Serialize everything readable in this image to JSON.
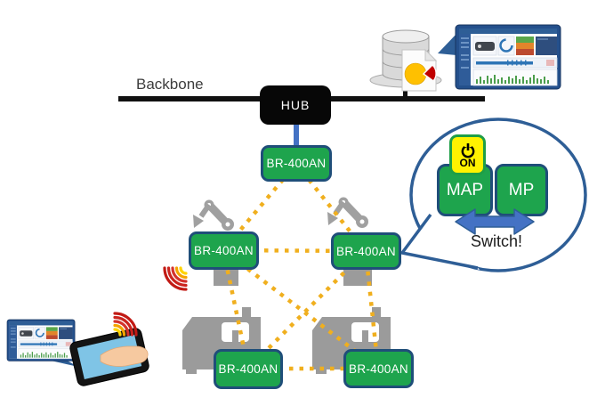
{
  "diagram": {
    "backbone_label": "Backbone",
    "hub_label": "HUB",
    "nodes": [
      {
        "id": "br-top",
        "label": "BR-400AN"
      },
      {
        "id": "br-mid-left",
        "label": "BR-400AN"
      },
      {
        "id": "br-mid-right",
        "label": "BR-400AN"
      },
      {
        "id": "br-bottom-left",
        "label": "BR-400AN"
      },
      {
        "id": "br-bottom-right",
        "label": "BR-400AN"
      }
    ]
  },
  "callout": {
    "power_label": "ON",
    "map_label": "MAP",
    "mp_label": "MP",
    "switch_label": "Switch!"
  },
  "icons": {
    "database-icon": "stacked cylinder database",
    "pie-chart-document-icon": "report page with pie chart",
    "dashboard-monitor-icon": "monitoring dashboard screen",
    "tablet-icon": "handheld tablet",
    "hand-cursor-icon": "hand touching tablet",
    "wifi-signal-icon": "wireless signal arcs",
    "robot-arm-icon": "industrial robot arm",
    "machine-icon": "factory machine",
    "power-on-icon": "power button ON",
    "switch-arrow-icon": "double-headed switch arrow"
  },
  "colors": {
    "node_green": "#1EA44D",
    "node_border_navy": "#1F4E79",
    "mesh_yellow": "#F0AF1E",
    "link_blue": "#4472C4",
    "bubble_border_blue": "#2E5E96",
    "power_yellow": "#FFF200",
    "power_border_green": "#1E9E46",
    "hub_black": "#070707",
    "machine_gray": "#9B9B9B",
    "wifi_red": "#C11A14",
    "wifi_yellow": "#FFD400"
  }
}
